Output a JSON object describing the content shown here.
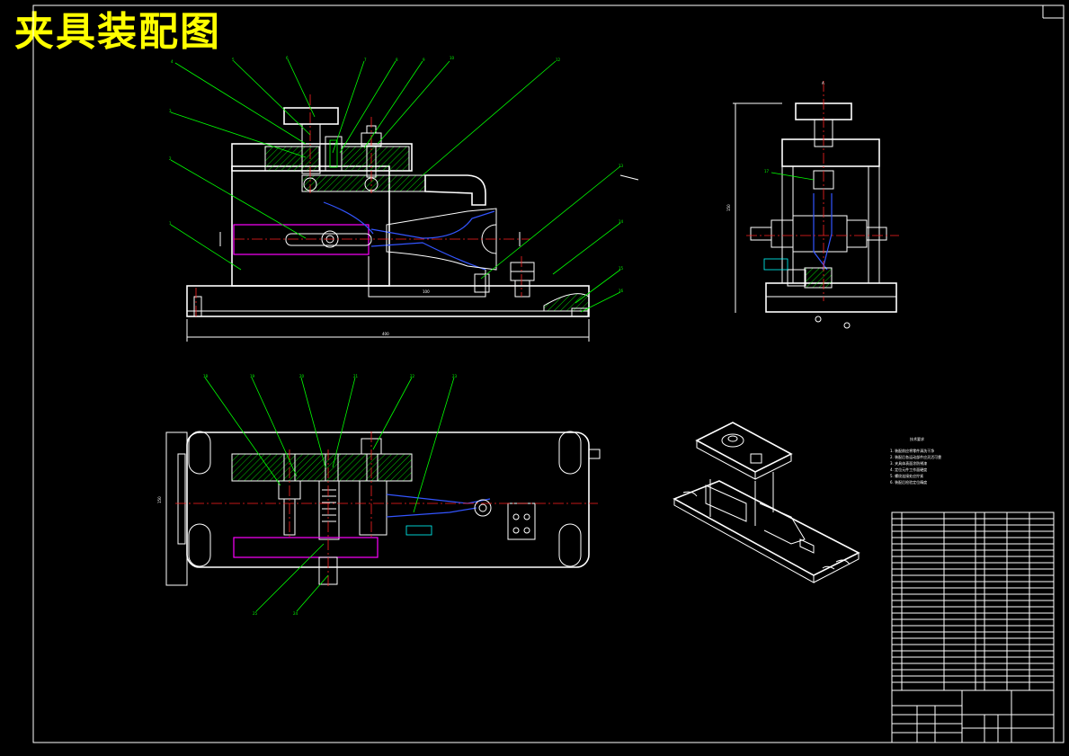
{
  "title": "夹具装配图",
  "colors": {
    "background": "#000000",
    "outline": "#ffffff",
    "leader_lines": "#00ff00",
    "hatch": "#00ff00",
    "workpiece_profile": "#3355ff",
    "slot_outline": "#ff00ff",
    "center_lines": "#ff2222",
    "title": "#ffff00"
  },
  "views": [
    "front-view",
    "side-view",
    "top-view",
    "isometric-view",
    "technical-notes",
    "parts-list",
    "title-block"
  ]
}
